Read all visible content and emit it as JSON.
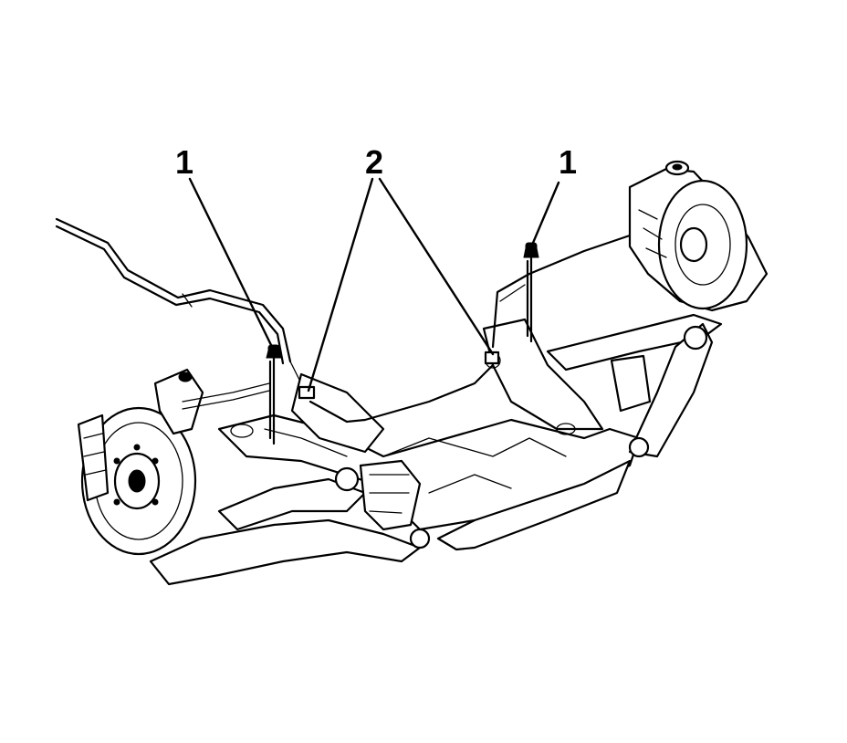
{
  "callouts": {
    "c1_left": "1",
    "c2_center": "2",
    "c1_right": "1"
  }
}
